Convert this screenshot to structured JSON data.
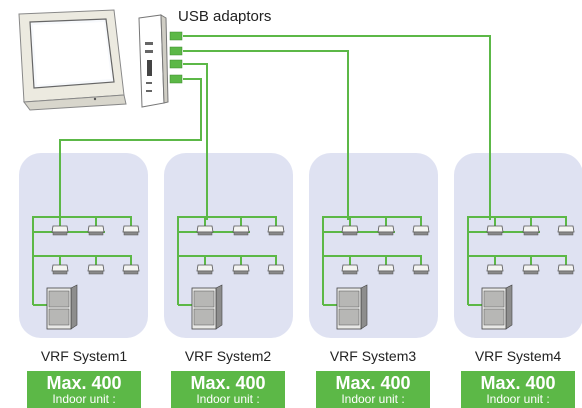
{
  "header": {
    "usb_label": "USB adaptors"
  },
  "systems": [
    {
      "label": "VRF System1",
      "max": "Max. 400",
      "unit": "Indoor unit :"
    },
    {
      "label": "VRF System2",
      "max": "Max. 400",
      "unit": "Indoor unit :"
    },
    {
      "label": "VRF System3",
      "max": "Max. 400",
      "unit": "Indoor unit :"
    },
    {
      "label": "VRF System4",
      "max": "Max. 400",
      "unit": "Indoor unit :"
    }
  ],
  "colors": {
    "line": "#5cb847",
    "panel": "#dfe2f2",
    "badge": "#5cb847"
  },
  "icons": [
    "pc-monitor-icon",
    "pc-tower-icon",
    "usb-plug-icon",
    "indoor-unit-icon",
    "outdoor-unit-icon"
  ]
}
